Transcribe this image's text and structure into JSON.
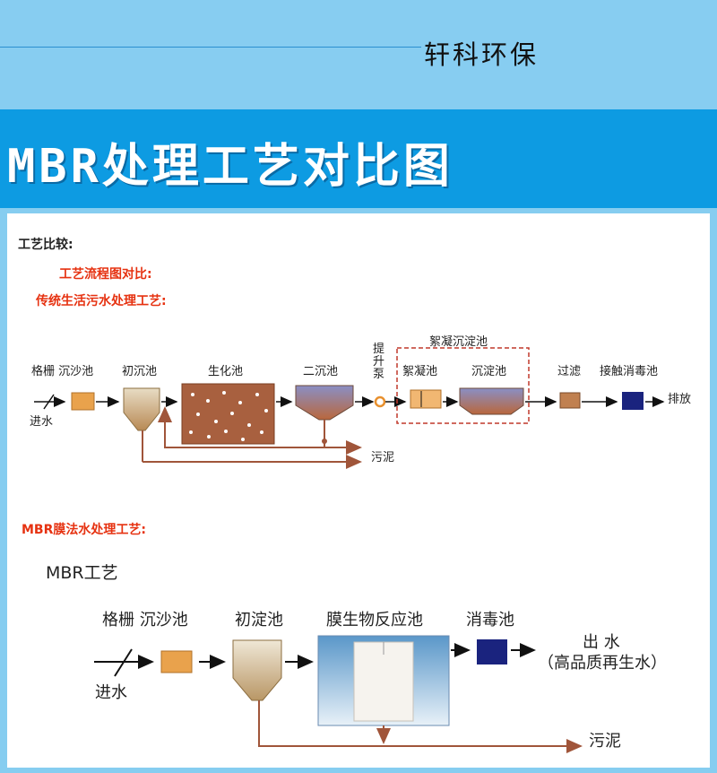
{
  "brand": "轩科环保",
  "title": "MBR处理工艺对比图",
  "section_heading": "工艺比较:",
  "sub1": "工艺流程图对比:",
  "sub2": "传统生活污水处理工艺:",
  "traditional": {
    "inlet": "进水",
    "grate_sand": "格栅 沉沙池",
    "primary": "初沉池",
    "bio": "生化池",
    "secondary": "二沉池",
    "pump": "提升泵",
    "floc_group": "絮凝沉淀池",
    "floc": "絮凝池",
    "sedim": "沉淀池",
    "filter": "过滤",
    "disinfect": "接触消毒池",
    "discharge": "排放",
    "sludge": "污泥"
  },
  "sub3": "MBR膜法水处理工艺:",
  "mbr": {
    "heading": "MBR工艺",
    "grate_sand": "格栅 沉沙池",
    "primary": "初淀池",
    "membrane": "膜生物反应池",
    "disinfect": "消毒池",
    "out1": "出  水",
    "out2": "（高品质再生水）",
    "inlet": "进水",
    "sludge": "污泥"
  },
  "colors": {
    "accent_blue": "#0d9be2",
    "light_blue": "#87cdf1",
    "red_text": "#e63211",
    "orange_box": "#e9a24c",
    "brown_tank": "#a8603f",
    "navy_box": "#1a237e",
    "sludge_line": "#a0553a"
  }
}
